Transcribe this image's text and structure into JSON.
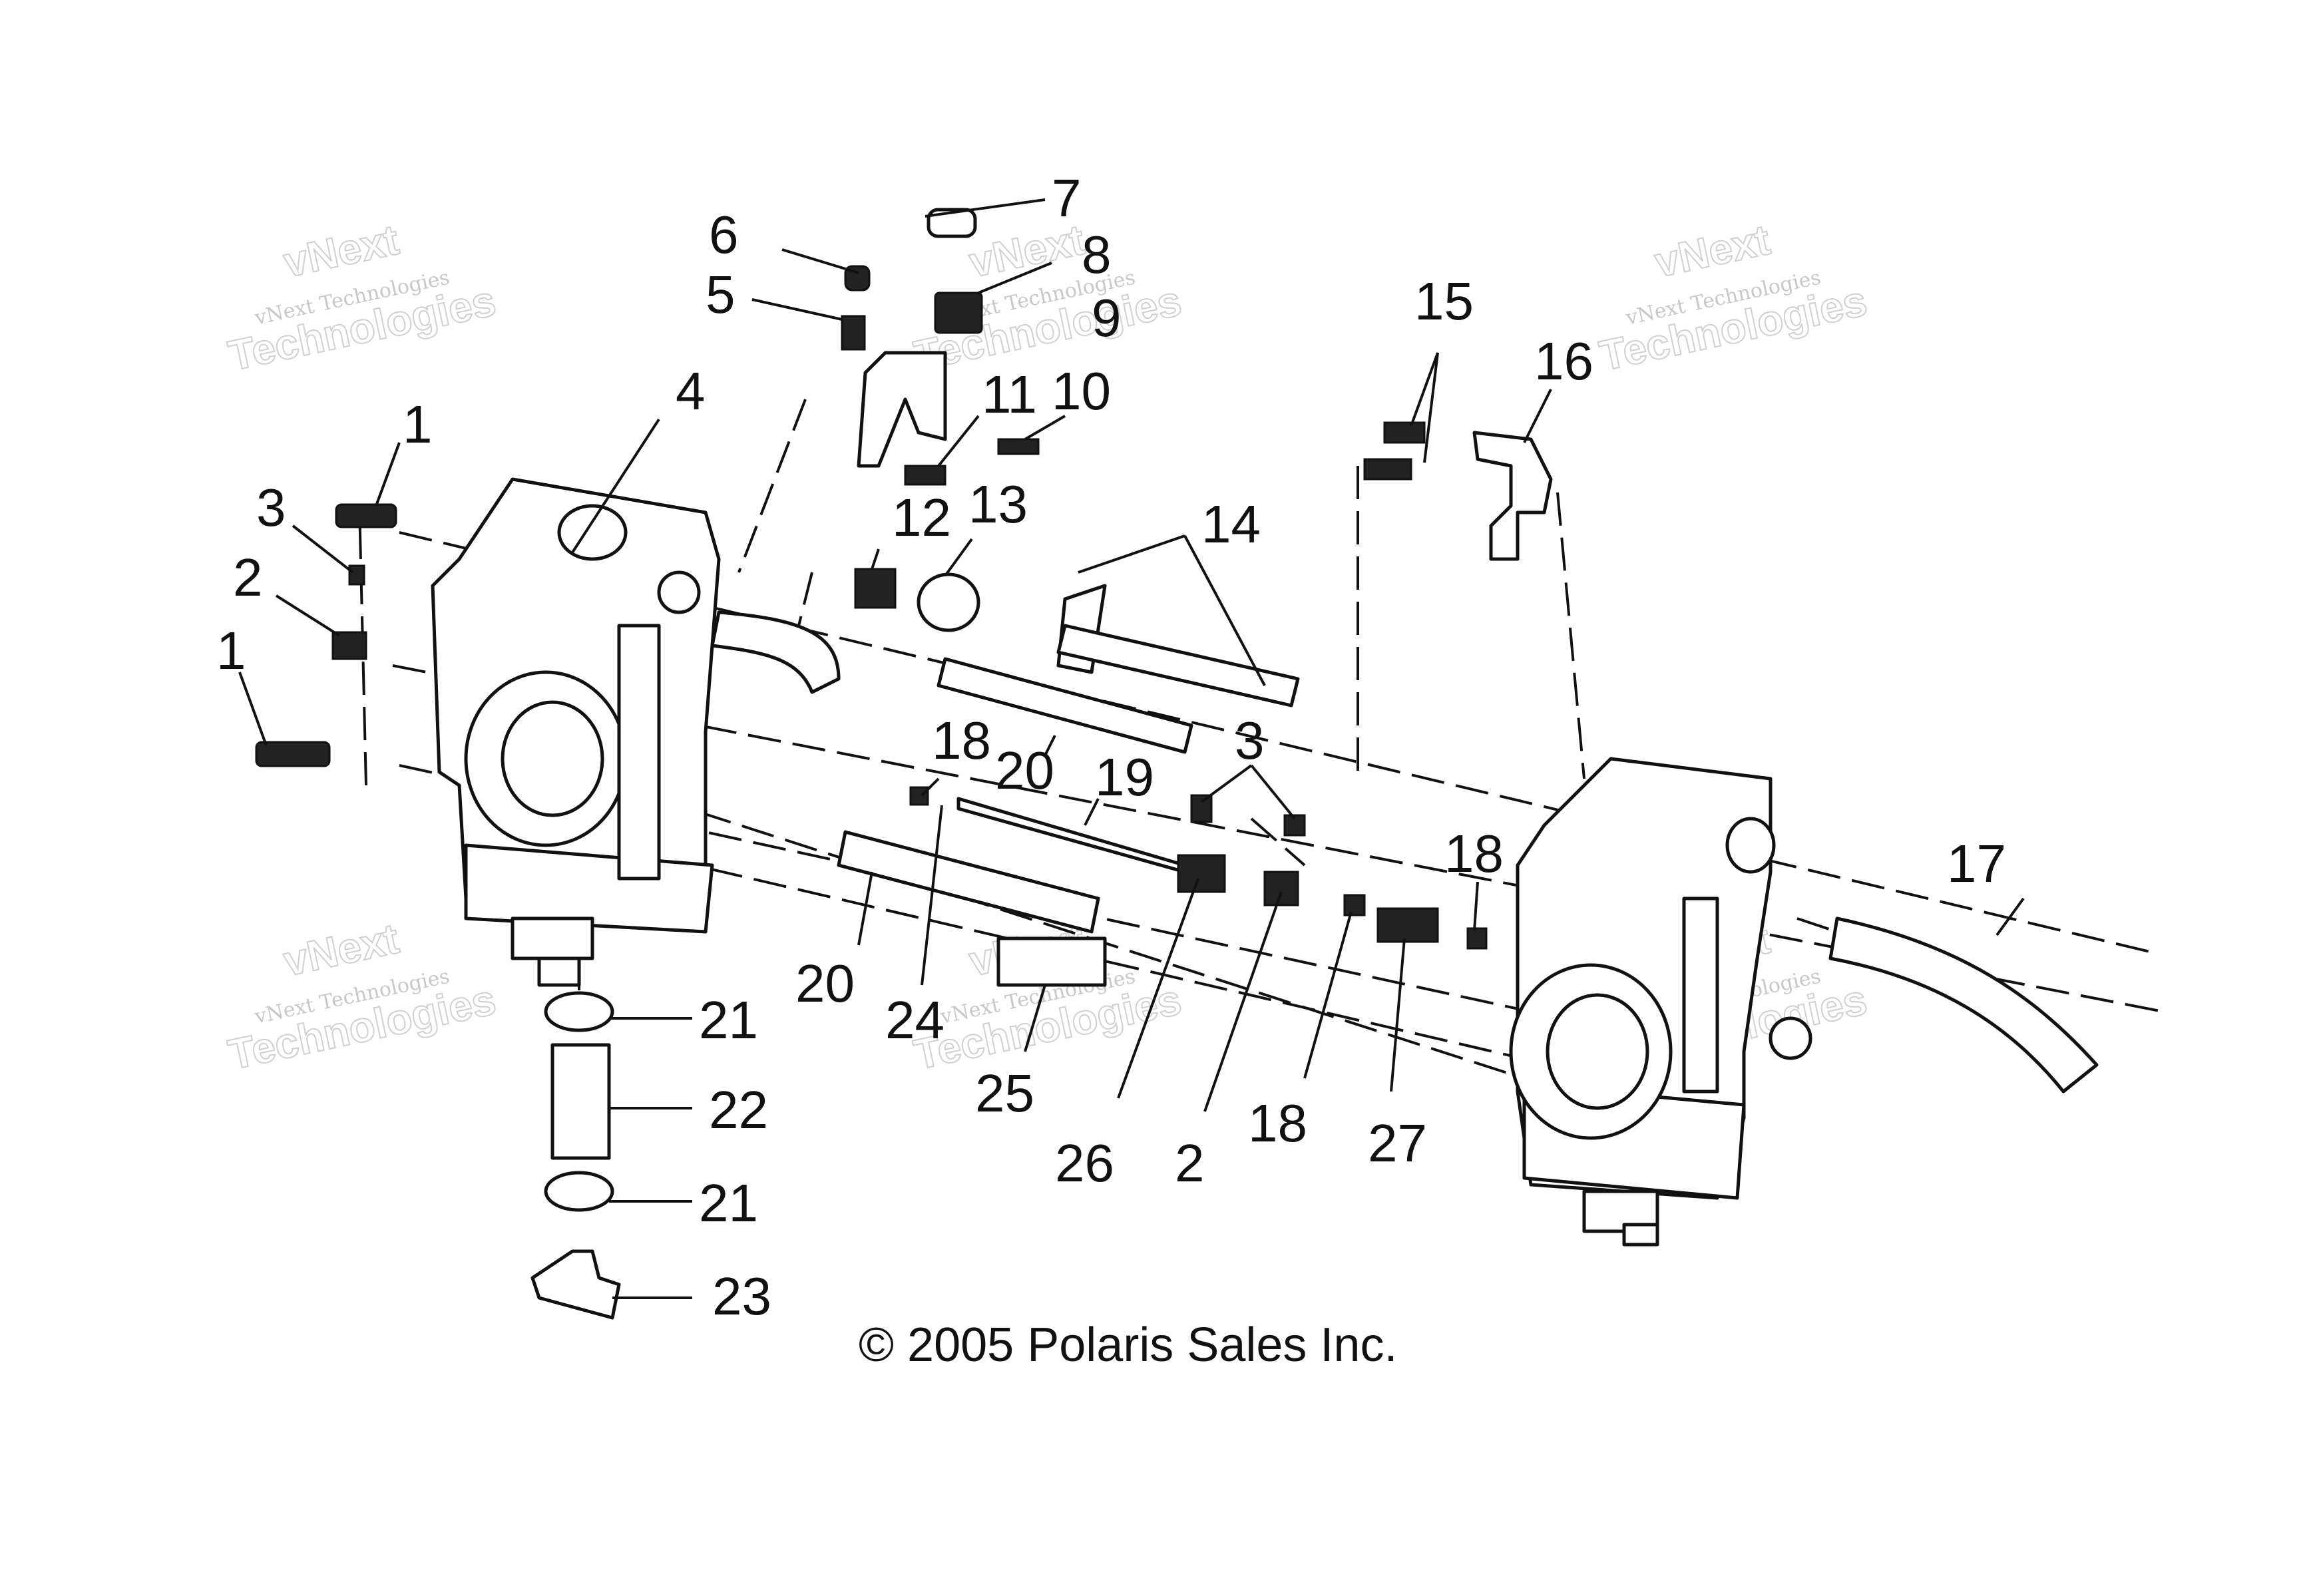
{
  "callouts": {
    "c1a": "1",
    "c1b": "1",
    "c2a": "2",
    "c2b": "2",
    "c3a": "3",
    "c3b": "3",
    "c4": "4",
    "c5": "5",
    "c6": "6",
    "c7": "7",
    "c8": "8",
    "c9": "9",
    "c10": "10",
    "c11": "11",
    "c12": "12",
    "c13": "13",
    "c14": "14",
    "c15": "15",
    "c16": "16",
    "c17": "17",
    "c18a": "18",
    "c18b": "18",
    "c18c": "18",
    "c19": "19",
    "c20a": "20",
    "c20b": "20",
    "c21a": "21",
    "c21b": "21",
    "c22": "22",
    "c23": "23",
    "c24": "24",
    "c25": "25",
    "c26": "26",
    "c27": "27"
  },
  "copyright": "© 2005 Polaris Sales Inc.",
  "watermark": {
    "line1": "vNext",
    "line2": "vNext Technologies",
    "line3": "Technologies"
  }
}
